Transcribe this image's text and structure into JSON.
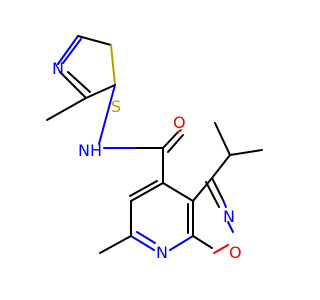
{
  "molecule": {
    "atoms": {
      "thiazole_n": {
        "symbol": "N",
        "color": "#0000ff"
      },
      "thiazole_s": {
        "symbol": "S",
        "color": "#b8a000"
      },
      "amide_nh": {
        "symbol": "NH",
        "color": "#0000ff"
      },
      "carbonyl_o": {
        "symbol": "O",
        "color": "#ff0000"
      },
      "isoxazole_n": {
        "symbol": "N",
        "color": "#0000ff"
      },
      "isoxazole_o": {
        "symbol": "O",
        "color": "#ff0000"
      },
      "pyridine_n": {
        "symbol": "N",
        "color": "#0000ff"
      }
    }
  }
}
